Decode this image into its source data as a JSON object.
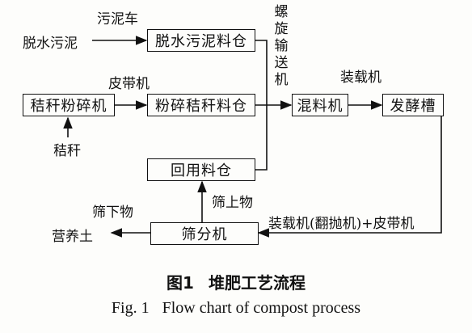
{
  "nodes": {
    "dewatered_sludge_bin": "脱水污泥料仓",
    "straw_crusher": "秸秆粉碎机",
    "crushed_straw_bin": "粉碎秸秆料仓",
    "mixer": "混料机",
    "fermentation_tank": "发酵槽",
    "recycled_material_bin": "回用料仓",
    "screening_machine": "筛分机"
  },
  "inputs": {
    "dewatered_sludge": "脱水污泥",
    "straw": "秸秆"
  },
  "outputs": {
    "nutrient_soil": "营养土"
  },
  "edge_labels": {
    "sludge_truck": "污泥车",
    "belt_conveyor": "皮带机",
    "screw_conveyor": [
      "螺",
      "旋",
      "输",
      "送",
      "机"
    ],
    "loader": "装载机",
    "loader_turner_belt": "装载机(翻抛机)+皮带机",
    "oversize": "筛上物",
    "undersize": "筛下物"
  },
  "caption": {
    "cn_fig": "图1",
    "cn_title": "堆肥工艺流程",
    "en_fig": "Fig. 1",
    "en_title": "Flow chart of compost process"
  }
}
